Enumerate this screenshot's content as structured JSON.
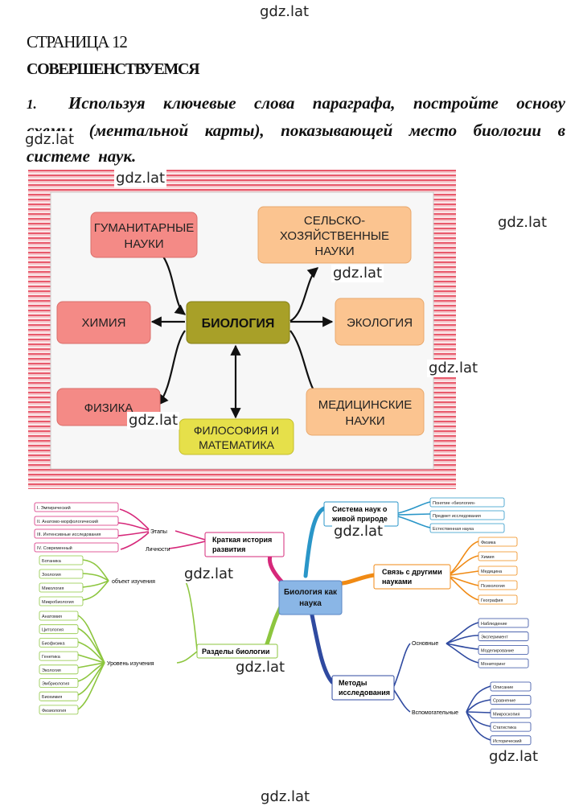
{
  "watermark": "gdz.lat",
  "page_label": "СТРАНИЦА 12",
  "section_title": "СОВЕРШЕНСТВУЕМСЯ",
  "task": {
    "number": "1.",
    "text": "Используя ключевые слова параграфа, постройте основу схемы (ментальной карты), показывающей место биологии в системе наук."
  },
  "map1": {
    "center": "БИОЛОГИЯ",
    "humanities": [
      "ГУМАНИТАРНЫЕ",
      "НАУКИ"
    ],
    "agri": [
      "СЕЛЬСКО-",
      "ХОЗЯЙСТВЕННЫЕ",
      "НАУКИ"
    ],
    "chemistry": "ХИМИЯ",
    "ecology": "ЭКОЛОГИЯ",
    "physics": "ФИЗИКА",
    "medicine": [
      "МЕДИЦИНСКИЕ",
      "НАУКИ"
    ],
    "philosophy": [
      "ФИЛОСОФИЯ И",
      "МАТЕМАТИКА"
    ]
  },
  "map2": {
    "center": [
      "Биология как",
      "наука"
    ],
    "history": {
      "label": [
        "Краткая история",
        "развития"
      ],
      "stages": "Этапы",
      "persons": "Личности",
      "stage_items": [
        "I. Эмпирический",
        "II. Анатомо-морфологический",
        "III. Интенсивные исследования",
        "IV. Современный"
      ]
    },
    "system": {
      "label": [
        "Система наук о",
        "живой природе"
      ],
      "items": [
        "Понятие «биология»",
        "Предмет исследования",
        "Естественная наука"
      ]
    },
    "links": {
      "label": [
        "Связь с другими",
        "науками"
      ],
      "items": [
        "Физика",
        "Химия",
        "Медицина",
        "Психология",
        "География"
      ]
    },
    "sections": {
      "label": "Разделы биологии",
      "object": "объект изучения",
      "level": "Уровень изучения",
      "object_items": [
        "Ботаника",
        "Зоология",
        "Микология",
        "Микробиология"
      ],
      "level_items": [
        "Анатомия",
        "Цитология",
        "Биофизика",
        "Генетика",
        "Экология",
        "Эмбриология",
        "Биохимия",
        "Физиология"
      ]
    },
    "methods": {
      "label": [
        "Методы",
        "исследования"
      ],
      "basic": "Основные",
      "auxiliary": "Вспомогательные",
      "basic_items": [
        "Наблюдение",
        "Эксперимент",
        "Моделирование",
        "Мониторинг"
      ],
      "aux_items": [
        "Описание",
        "Сравнение",
        "Микроскопия",
        "Статистика",
        "Исторический"
      ]
    }
  }
}
